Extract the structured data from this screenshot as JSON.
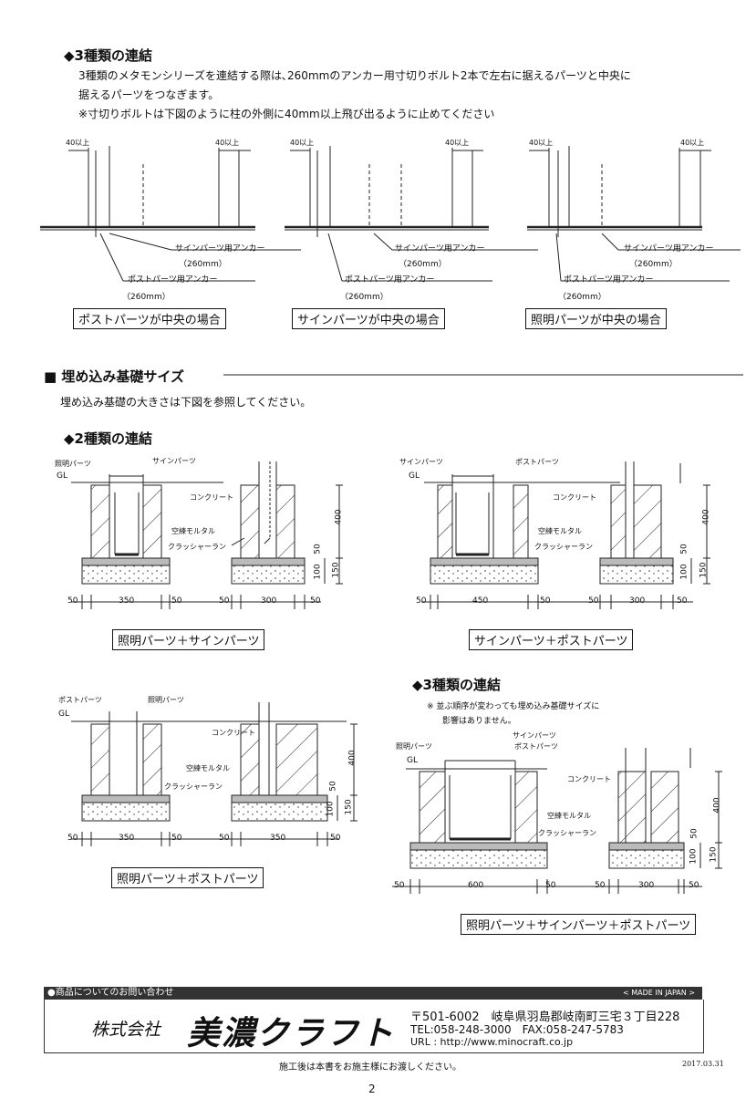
{
  "s1": {
    "heading": "◆3種類の連結",
    "line1": "3種類のメタモンシリーズを連結する際は､260mmのアンカー用寸切りボルト2本で左右に据えるパーツと中央に",
    "line2": "据えるパーツをつなぎます。",
    "line3": "※寸切りボルトは下図のように柱の外側に40mm以上飛び出るように止めてください",
    "dim": "40以上",
    "sign_anchor": "サインパーツ用アンカー",
    "post_anchor": "ポストパーツ用アンカー",
    "mm": "（260mm）",
    "captions": [
      "ポストパーツが中央の場合",
      "サインパーツが中央の場合",
      "照明パーツが中央の場合"
    ]
  },
  "s2": {
    "title": "■ 埋め込み基礎サイズ",
    "intro": "埋め込み基礎の大きさは下図を参照してください。",
    "sub2": "◆2種類の連結",
    "sub3": "◆3種類の連結",
    "note1": "※ 並ぶ順序が変わっても埋め込み基礎サイズに",
    "note2": "影響はありません。"
  },
  "labels": {
    "light": "照明パーツ",
    "sign": "サインパーツ",
    "post": "ポストパーツ",
    "gl": "GL",
    "concrete": "コンクリート",
    "mortar": "空練モルタル",
    "crusher": "クラッシャーラン"
  },
  "dims": {
    "d50": "50",
    "d100": "100",
    "d150": "150",
    "d300": "300",
    "d350": "350",
    "d400": "400",
    "d450": "450",
    "d600": "600"
  },
  "captions2": {
    "a": "照明パーツ＋サインパーツ",
    "b": "サインパーツ＋ポストパーツ",
    "c": "照明パーツ＋ポストパーツ",
    "d": "照明パーツ＋サインパーツ＋ポストパーツ"
  },
  "footer": {
    "bar_left": "●商品についてのお問い合わせ",
    "bar_right": "< MADE IN JAPAN >",
    "company_prefix": "株式会社",
    "company_name": "美濃クラフト",
    "address": "〒501-6002　岐阜県羽島郡岐南町三宅３丁目228",
    "tel_fax": "TEL:058-248-3000　FAX:058-247-5783",
    "url": "URL : http://www.minocraft.co.jp",
    "handover": "施工後は本書をお施主様にお渡しください。",
    "date": "2017.03.31",
    "page": "2"
  }
}
